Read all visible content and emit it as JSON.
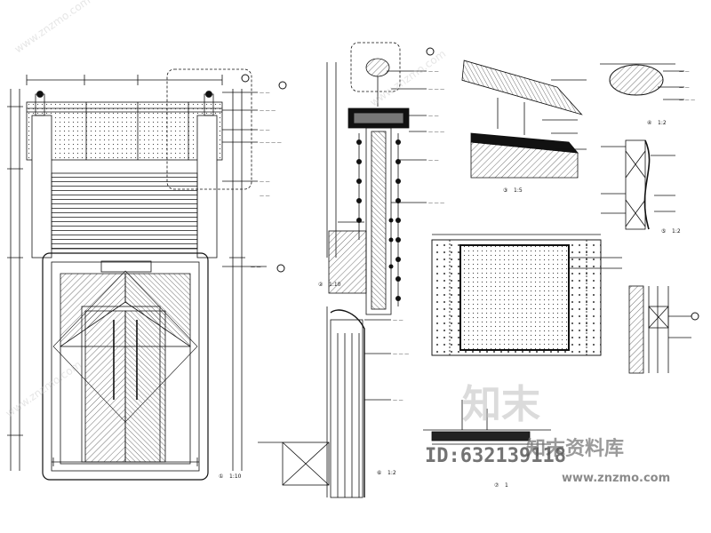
{
  "scales": {
    "s1": "1:10",
    "s2": "1:10",
    "s3": "1:5",
    "s4": "1:2",
    "s5": "1:2",
    "s6": "1:2",
    "s7": "1"
  },
  "markers": {
    "m1": "①",
    "m2": "②",
    "m3": "③",
    "m4": "④",
    "m5": "⑤",
    "m6": "⑥",
    "m7": "⑦"
  },
  "watermark": {
    "logo": "知末",
    "subtitle": "知末资料库",
    "id": "ID:632139118",
    "url": "www.znzmo.com",
    "diagonal": "www.znzmo.com"
  },
  "colors": {
    "line": "#111111",
    "accent": "#000000",
    "watermark": "#bdbdbd"
  }
}
